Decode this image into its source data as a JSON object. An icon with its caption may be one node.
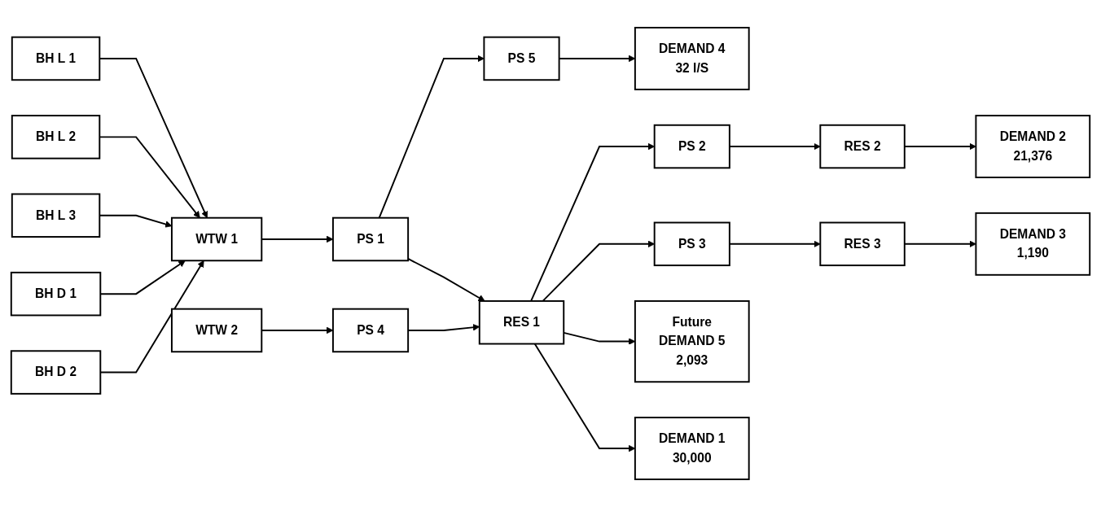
{
  "diagram": {
    "nodes": [
      {
        "text": [
          "BH L 1"
        ]
      },
      {
        "text": [
          "BH L 2"
        ]
      },
      {
        "text": [
          "BH L 3"
        ]
      },
      {
        "text": [
          "BH D 1"
        ]
      },
      {
        "text": [
          "BH D 2"
        ]
      },
      {
        "text": [
          "WTW 1"
        ]
      },
      {
        "text": [
          "PS 1"
        ]
      },
      {
        "text": [
          "PS 5"
        ]
      },
      {
        "text": [
          "DEMAND 4",
          "32 l/S"
        ]
      },
      {
        "text": [
          "WTW 2"
        ]
      },
      {
        "text": [
          "PS 4"
        ]
      },
      {
        "text": [
          "RES 1"
        ]
      },
      {
        "text": [
          "PS 2"
        ]
      },
      {
        "text": [
          "RES 2"
        ]
      },
      {
        "text": [
          "PS 3"
        ]
      },
      {
        "text": [
          "RES 3"
        ]
      },
      {
        "text": [
          "Future",
          "DEMAND 5",
          "2,093"
        ]
      },
      {
        "text": [
          "DEMAND 2",
          "21,376"
        ]
      },
      {
        "text": [
          "DEMAND 3",
          "1,190"
        ]
      },
      {
        "text": [
          "DEMAND 1",
          "30,000"
        ]
      }
    ],
    "edges": [
      {
        "from": 0,
        "to": 5,
        "arrow": "to"
      },
      {
        "from": 1,
        "to": 5,
        "arrow": "to"
      },
      {
        "from": 2,
        "to": 5,
        "arrow": "to"
      },
      {
        "from": 3,
        "to": 5,
        "arrow": "to"
      },
      {
        "from": 4,
        "to": 5,
        "arrow": "to"
      },
      {
        "from": 5,
        "to": 6,
        "arrow": "to"
      },
      {
        "from": 6,
        "to": 11,
        "arrow": "to"
      },
      {
        "from": 6,
        "to": 7,
        "arrow": "to"
      },
      {
        "from": 7,
        "to": 8,
        "arrow": "to"
      },
      {
        "from": 9,
        "to": 10,
        "arrow": "to"
      },
      {
        "from": 10,
        "to": 11,
        "arrow": "to"
      },
      {
        "from": 11,
        "to": 16,
        "arrow": "to"
      },
      {
        "from": 11,
        "to": 12,
        "arrow": "to"
      },
      {
        "from": 12,
        "to": 13,
        "arrow": "to"
      },
      {
        "from": 13,
        "to": 17,
        "arrow": "to"
      },
      {
        "from": 11,
        "to": 14,
        "arrow": "to"
      },
      {
        "from": 14,
        "to": 15,
        "arrow": "to"
      },
      {
        "from": 15,
        "to": 18,
        "arrow": "to"
      },
      {
        "from": 11,
        "to": 19,
        "arrow": "to"
      }
    ]
  }
}
